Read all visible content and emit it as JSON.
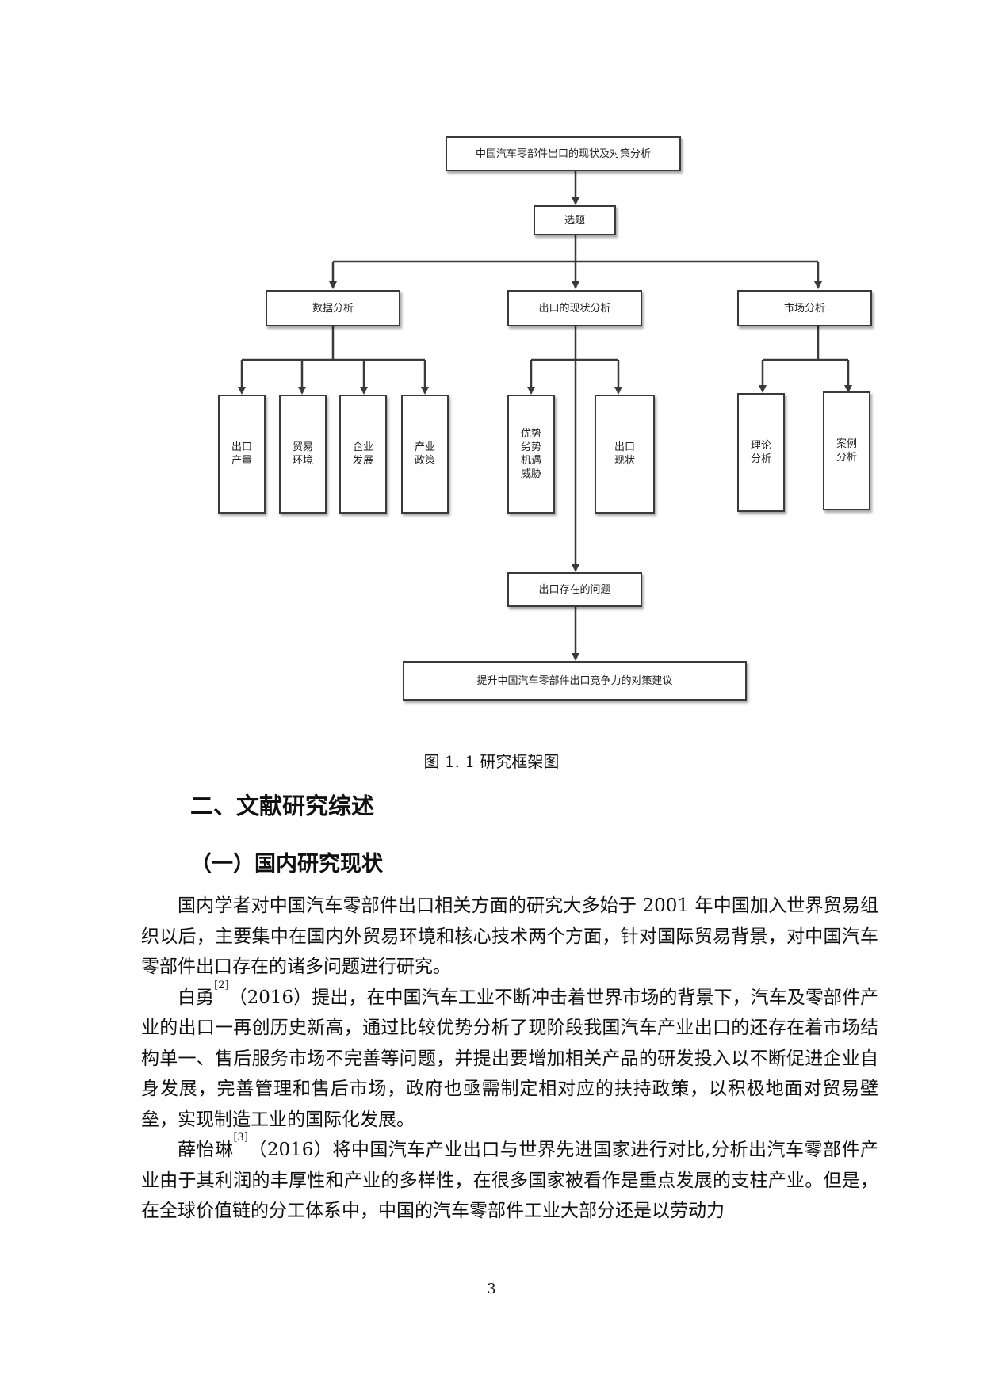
{
  "flowchart": {
    "root": "中国汽车零部件出口的现状及对策分析",
    "topic": "选题",
    "branches": [
      "数据分析",
      "出口的现状分析",
      "市场分析"
    ],
    "data_leaves": [
      "出口产量",
      "贸易环境",
      "企业发展",
      "产业政策"
    ],
    "status_leaves": [
      "优势劣势机遇威胁",
      "出口现状"
    ],
    "market_leaves": [
      "理论分析",
      "案例分析"
    ],
    "problems": "出口存在的问题",
    "suggestions": "提升中国汽车零部件出口竞争力的对策建议"
  },
  "figure_caption": "图 1. 1  研究框架图",
  "section_heading": "二、文献研究综述",
  "subsection_heading": "（一）国内研究现状",
  "paragraphs": [
    {
      "text": "国内学者对中国汽车零部件出口相关方面的研究大多始于 2001 年中国加入世界贸易组织以后，主要集中在国内外贸易环境和核心技术两个方面，针对国际贸易背景，对中国汽车零部件出口存在的诸多问题进行研究。"
    },
    {
      "author": "白勇",
      "ref": "[2]",
      "text": "（2016）提出，在中国汽车工业不断冲击着世界市场的背景下，汽车及零部件产业的出口一再创历史新高，通过比较优势分析了现阶段我国汽车产业出口的还存在着市场结构单一、售后服务市场不完善等问题，并提出要增加相关产品的研发投入以不断促进企业自身发展，完善管理和售后市场，政府也亟需制定相对应的扶持政策，以积极地面对贸易壁垒，实现制造工业的国际化发展。"
    },
    {
      "author": "薛怡琳",
      "ref": "[3]",
      "text": "（2016）将中国汽车产业出口与世界先进国家进行对比,分析出汽车零部件产业由于其利润的丰厚性和产业的多样性，在很多国家被看作是重点发展的支柱产业。但是，在全球价值链的分工体系中，中国的汽车零部件工业大部分还是以劳动力"
    }
  ],
  "page_number": "3"
}
